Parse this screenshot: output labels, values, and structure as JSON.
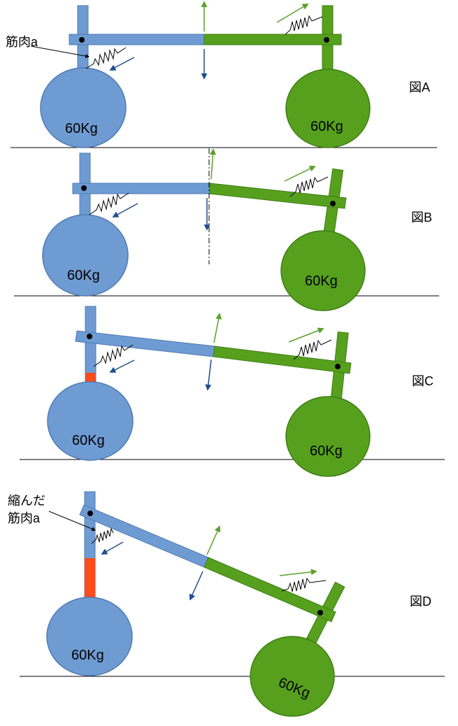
{
  "colors": {
    "blue_fill": "#6f9bd3",
    "blue_stroke": "#4f7bb3",
    "green_fill": "#56a01e",
    "green_stroke": "#3f7f14",
    "arrow_blue": "#1f4e8c",
    "arrow_green": "#5aa02a",
    "red_fill": "#ff4a1c",
    "ground": "#000000"
  },
  "panels": [
    {
      "id": "A",
      "label": "図A",
      "left_weight": "60Kg",
      "right_weight": "60Kg",
      "annotation": "筋肉a"
    },
    {
      "id": "B",
      "label": "図B",
      "left_weight": "60Kg",
      "right_weight": "60Kg"
    },
    {
      "id": "C",
      "label": "図C",
      "left_weight": "60Kg",
      "right_weight": "60Kg"
    },
    {
      "id": "D",
      "label": "図D",
      "left_weight": "60Kg",
      "right_weight": "60Kg",
      "annotation_line1": "縮んだ",
      "annotation_line2": "筋肉a"
    }
  ]
}
